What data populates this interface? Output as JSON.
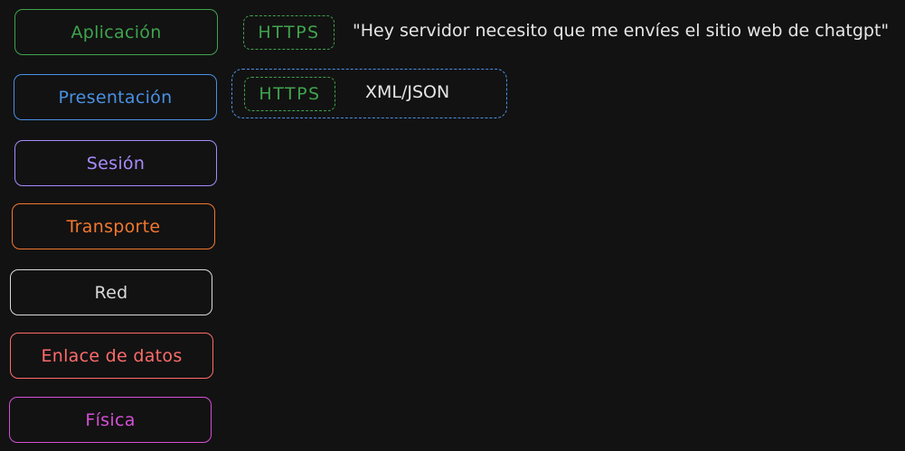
{
  "colors": {
    "background": "#121212",
    "aplicacion": "#3fa34d",
    "presentacion": "#4a90e2",
    "sesion": "#a78bfa",
    "transporte": "#f2772f",
    "red": "#d9d9d9",
    "enlace": "#ff6b6b",
    "fisica": "#d64fd6",
    "https_tag": "#3fa34d",
    "group_box": "#4a90e2",
    "text_white": "#e6e6e6"
  },
  "layers": {
    "aplicacion": "Aplicación",
    "presentacion": "Presentación",
    "sesion": "Sesión",
    "transporte": "Transporte",
    "red": "Red",
    "enlace": "Enlace de datos",
    "fisica": "Física"
  },
  "row_application": {
    "protocol": "HTTPS",
    "message": "\"Hey servidor necesito que me envíes el sitio web de chatgpt\""
  },
  "row_presentation": {
    "protocol": "HTTPS",
    "format": "XML/JSON"
  }
}
